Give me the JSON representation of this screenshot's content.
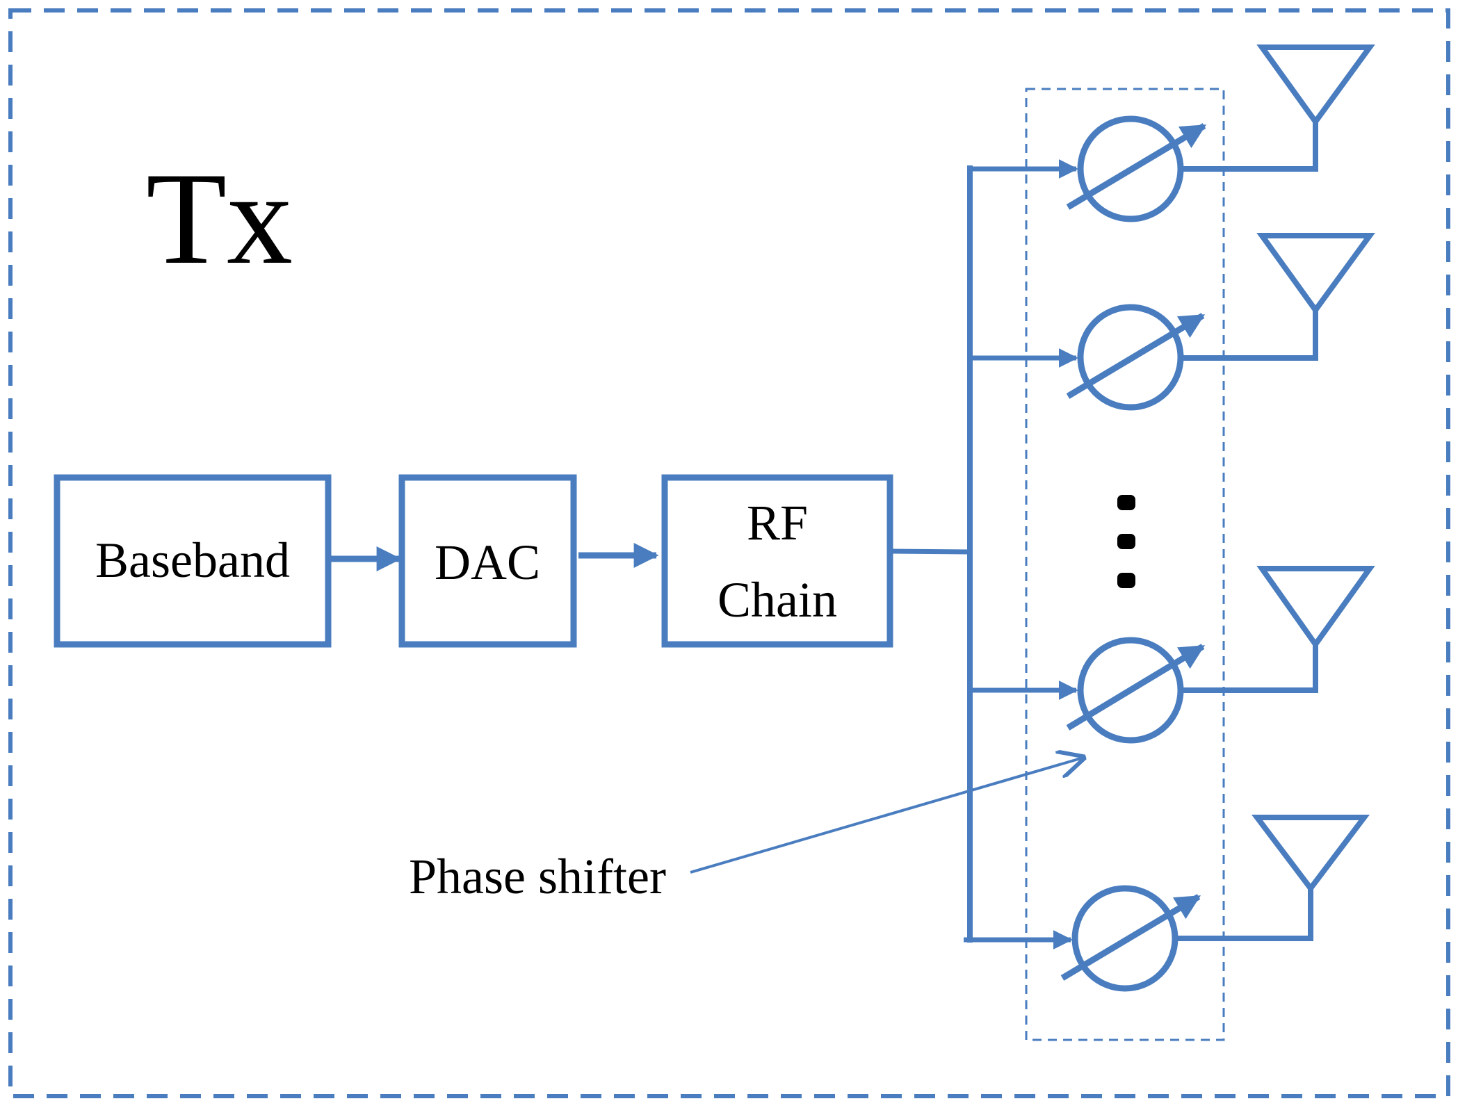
{
  "title": "Tx",
  "blocks": {
    "baseband": "Baseband",
    "dac": "DAC",
    "rf_chain_line1": "RF",
    "rf_chain_line2": "Chain"
  },
  "annotation": "Phase shifter",
  "colors": {
    "line": "#4a7dbf",
    "text": "#000000",
    "background": "#ffffff"
  },
  "icons": [
    "phase-shifter-icon",
    "antenna-icon",
    "arrow-icon",
    "ellipsis-dots"
  ]
}
